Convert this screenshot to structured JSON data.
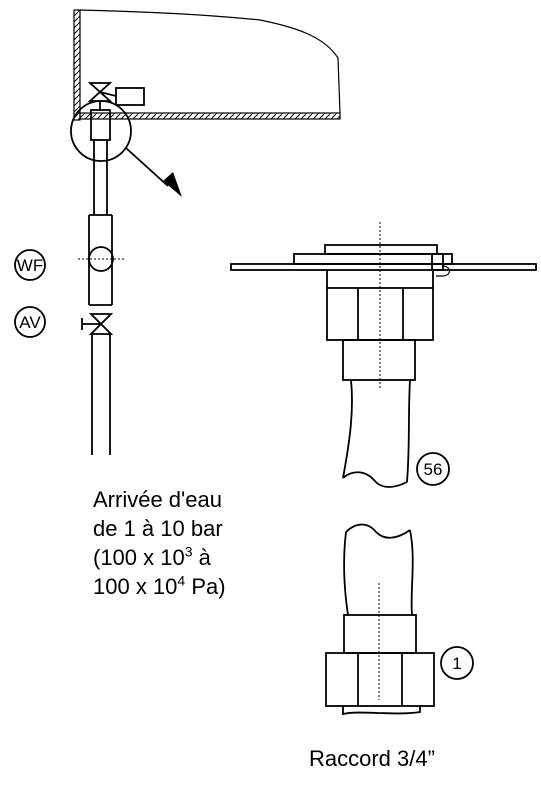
{
  "labels": {
    "wf": "WF",
    "av": "AV",
    "part_56": "56",
    "part_1": "1"
  },
  "water_supply": {
    "line1": "Arrivée d'eau",
    "line2": "de 1 à 10 bar",
    "line3_pre": "(100 x 10",
    "line3_exp": "3",
    "line3_post": " à",
    "line4_pre": "100 x 10",
    "line4_exp": "4",
    "line4_post": " Pa)"
  },
  "fitting": {
    "label": "Raccord 3/4”"
  },
  "colors": {
    "ink": "#000000",
    "background": "#ffffff"
  }
}
